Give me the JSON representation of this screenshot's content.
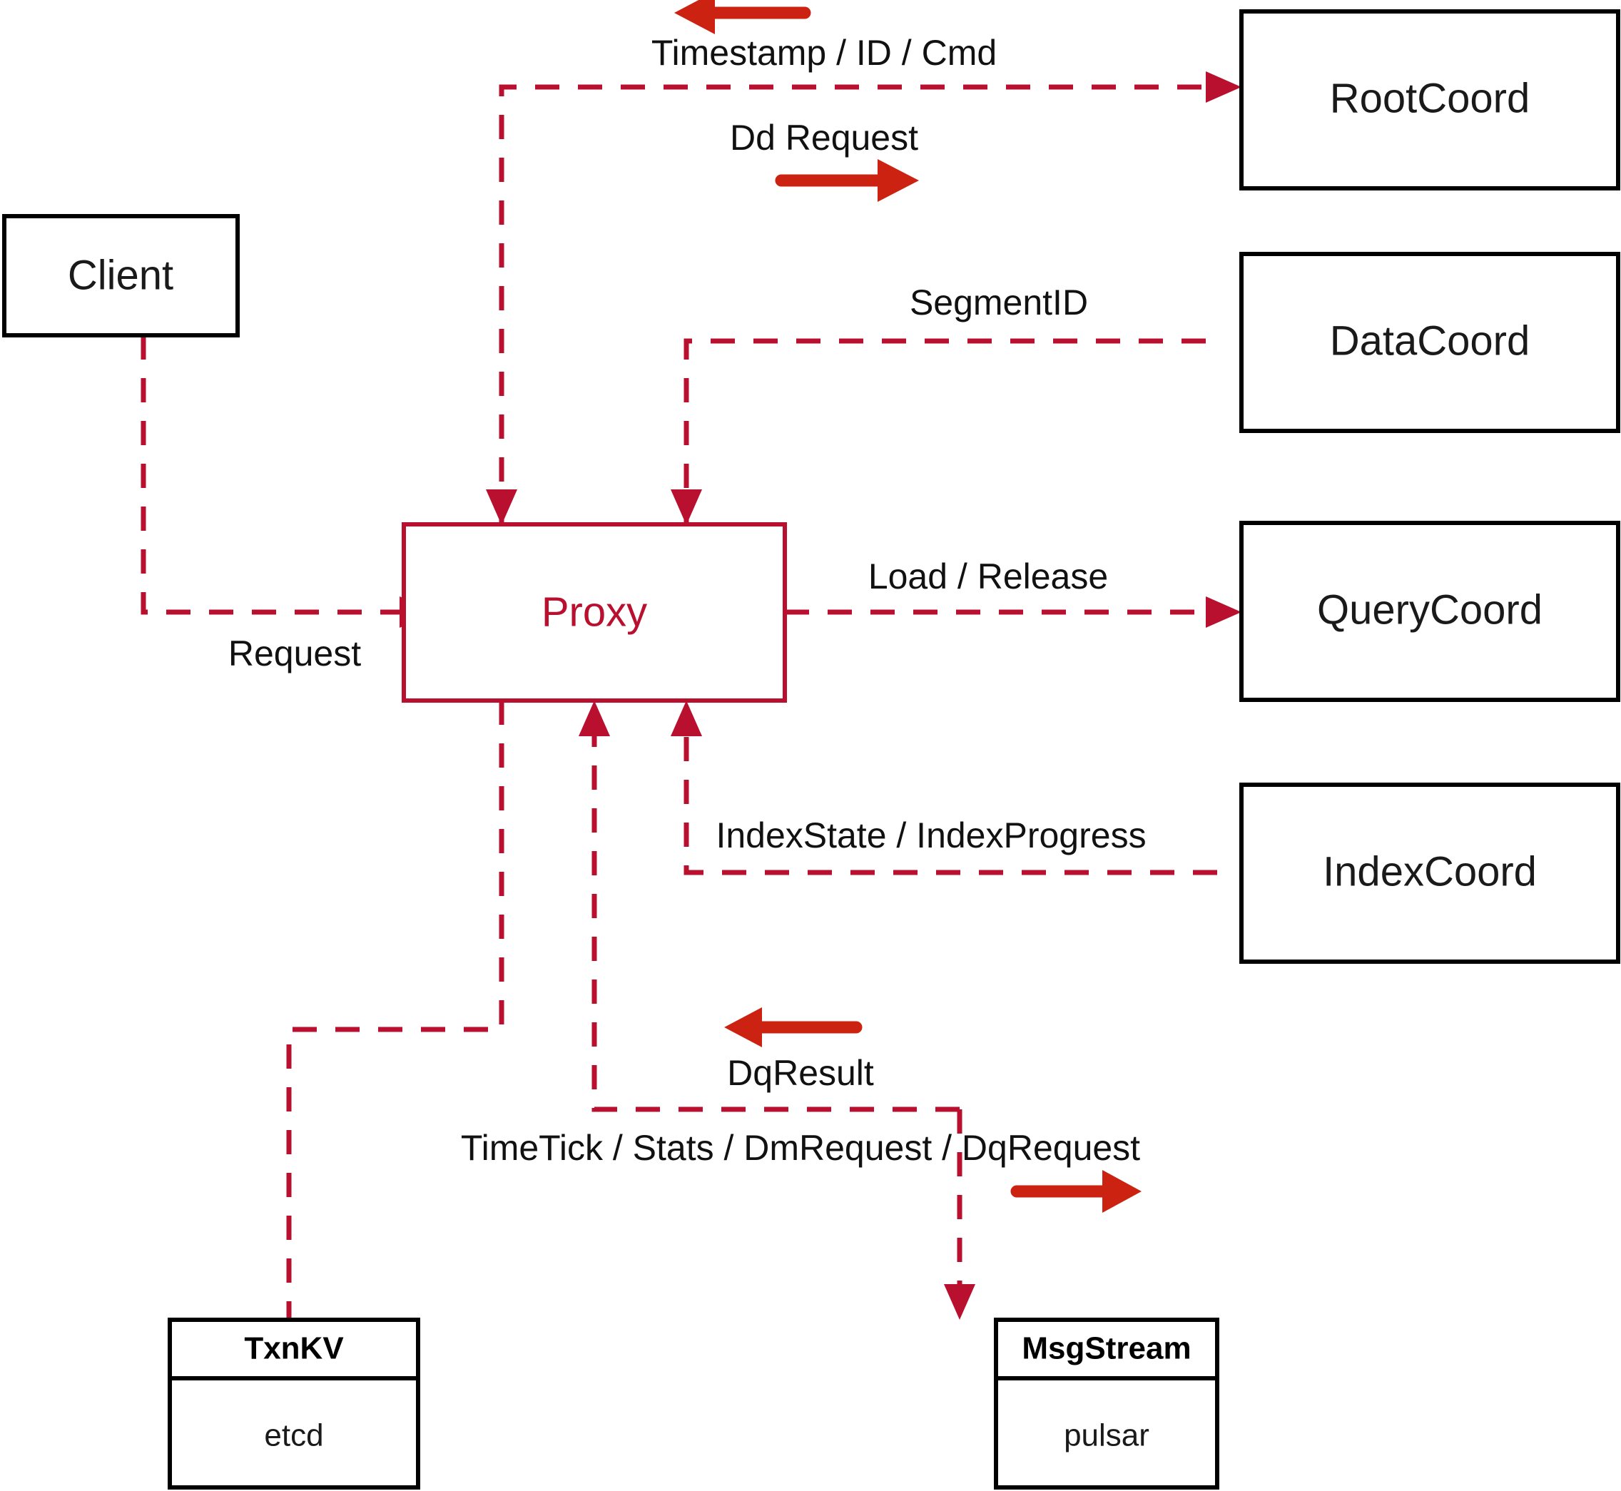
{
  "diagram": {
    "title": "Milvus Proxy interaction diagram",
    "colors": {
      "flow": "#B8102E",
      "direction_arrow": "#CC2211",
      "node_stroke": "#000000",
      "text": "#111111"
    },
    "nodes": [
      {
        "id": "client",
        "label": "Client",
        "style": "plain"
      },
      {
        "id": "proxy",
        "label": "Proxy",
        "style": "accent"
      },
      {
        "id": "rootcoord",
        "label": "RootCoord",
        "style": "plain"
      },
      {
        "id": "datacoord",
        "label": "DataCoord",
        "style": "plain"
      },
      {
        "id": "querycoord",
        "label": "QueryCoord",
        "style": "plain"
      },
      {
        "id": "indexcoord",
        "label": "IndexCoord",
        "style": "plain"
      },
      {
        "id": "txnkv",
        "label": "TxnKV",
        "sublabel": "etcd",
        "style": "two-part"
      },
      {
        "id": "msgstream",
        "label": "MsgStream",
        "sublabel": "pulsar",
        "style": "two-part"
      }
    ],
    "edges": [
      {
        "id": "timestamp-id-cmd",
        "label": "Timestamp / ID / Cmd",
        "from": "rootcoord",
        "to": "proxy",
        "arrow_direction": "left"
      },
      {
        "id": "dd-request",
        "label": "Dd Request",
        "from": "proxy",
        "to": "rootcoord",
        "arrow_direction": "right"
      },
      {
        "id": "segment-id",
        "label": "SegmentID",
        "from": "datacoord",
        "to": "proxy",
        "arrow_direction": "none"
      },
      {
        "id": "request",
        "label": "Request",
        "from": "client",
        "to": "proxy",
        "arrow_direction": "none"
      },
      {
        "id": "load-release",
        "label": "Load / Release",
        "from": "proxy",
        "to": "querycoord",
        "arrow_direction": "none"
      },
      {
        "id": "index-state",
        "label": "IndexState / IndexProgress",
        "from": "indexcoord",
        "to": "proxy",
        "arrow_direction": "none"
      },
      {
        "id": "dq-result",
        "label": "DqResult",
        "from": "msgstream",
        "to": "proxy",
        "arrow_direction": "left"
      },
      {
        "id": "timetick-stats",
        "label": "TimeTick / Stats / DmRequest / DqRequest",
        "from": "proxy",
        "to": "msgstream",
        "arrow_direction": "right"
      },
      {
        "id": "proxy-txnkv",
        "label": "",
        "from": "proxy",
        "to": "txnkv",
        "arrow_direction": "none"
      }
    ]
  }
}
